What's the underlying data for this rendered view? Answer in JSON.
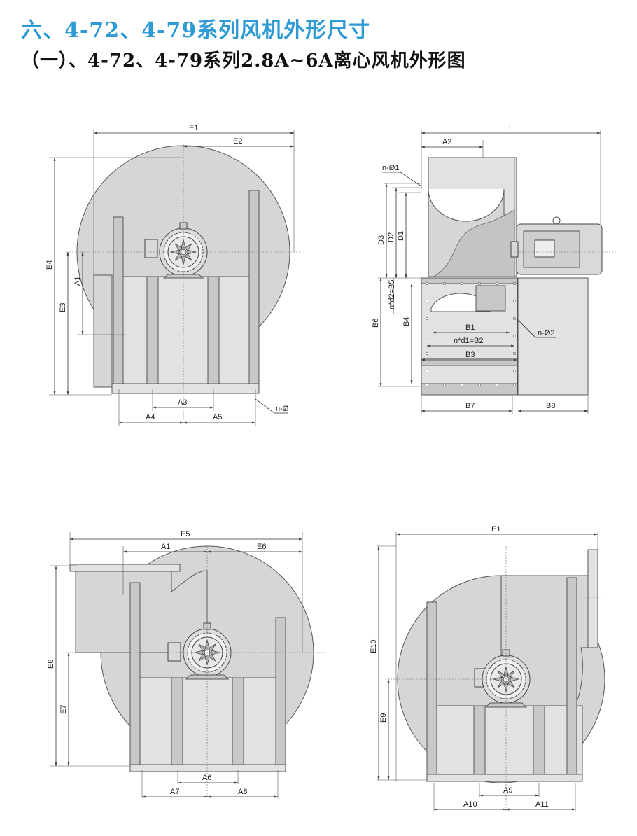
{
  "header": {
    "title": "六、4-72、4-79系列风机外形尺寸",
    "subtitle": "（一）、4-72、4-79系列2.8A~6A离心风机外形图",
    "title_color": "#2e9bd6"
  },
  "view1": {
    "labels": {
      "E1": "E1",
      "E2": "E2",
      "E3": "E3",
      "E4": "E4",
      "A1": "A1",
      "A3": "A3",
      "A4": "A4",
      "A5": "A5",
      "nphi": "n-Ø"
    }
  },
  "view2": {
    "labels": {
      "L": "L",
      "A2": "A2",
      "nphi1": "n-Ø1",
      "D1": "D1",
      "D2": "D2",
      "D3": "D3",
      "B1": "B1",
      "B2": "n*d1=B2",
      "B3": "B3",
      "B4": "B4",
      "B5": "n*d2=B5",
      "B6": "B6",
      "B7": "B7",
      "B8": "B8",
      "nphi2": "n-Ø2"
    }
  },
  "view3": {
    "labels": {
      "E5": "E5",
      "E6": "E6",
      "E7": "E7",
      "E8": "E8",
      "A1": "A1",
      "A6": "A6",
      "A7": "A7",
      "A8": "A8"
    }
  },
  "view4": {
    "labels": {
      "E1": "E1",
      "E9": "E9",
      "E10": "E10",
      "A9": "A9",
      "A10": "A10",
      "A11": "A11"
    }
  }
}
